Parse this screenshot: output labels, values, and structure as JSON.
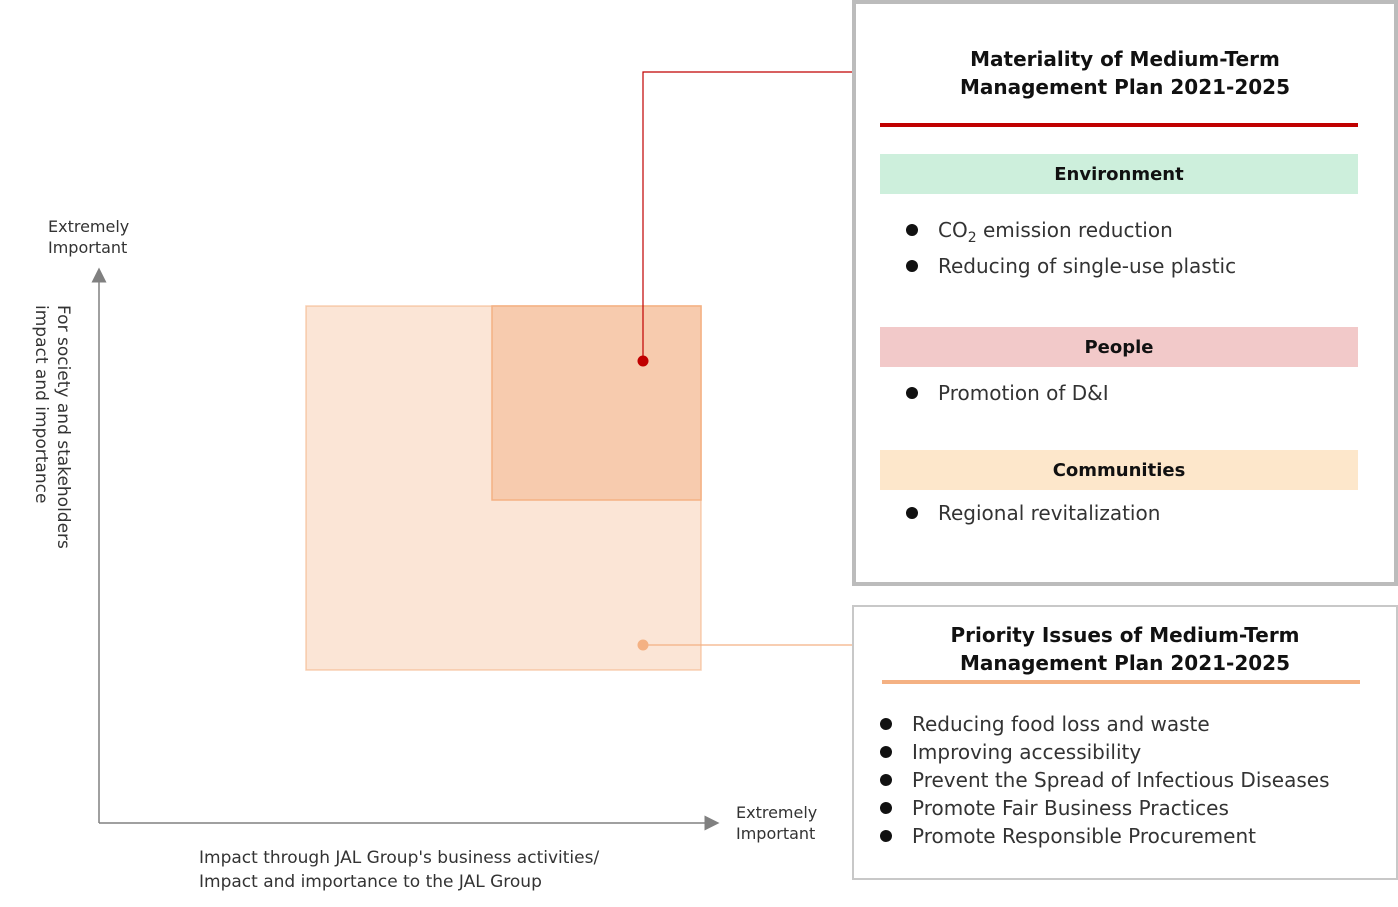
{
  "axes": {
    "y_end_label_line1": "Extremely",
    "y_end_label_line2": "Important",
    "y_title_line1": "For society and stakeholders",
    "y_title_line2": "impact and importance",
    "x_end_label_line1": "Extremely",
    "x_end_label_line2": "Important",
    "x_title_line1": "Impact through JAL Group's business activities/",
    "x_title_line2": "Impact and importance to the JAL Group"
  },
  "materiality": {
    "title_line1": "Materiality of Medium-Term",
    "title_line2": "Management Plan 2021-2025",
    "accent_color": "#c00000",
    "categories": [
      {
        "label": "Environment",
        "color": "#cdefdc",
        "items": [
          {
            "prefix": "CO",
            "sub": "2",
            "suffix": " emission reduction"
          },
          {
            "prefix": "Reducing of single-use plastic",
            "sub": "",
            "suffix": ""
          }
        ]
      },
      {
        "label": "People",
        "color": "#f2c9c9",
        "items": [
          {
            "prefix": "Promotion of D&I",
            "sub": "",
            "suffix": ""
          }
        ]
      },
      {
        "label": "Communities",
        "color": "#fde7cb",
        "items": [
          {
            "prefix": "Regional revitalization",
            "sub": "",
            "suffix": ""
          }
        ]
      }
    ]
  },
  "priority": {
    "title_line1": "Priority Issues of Medium-Term",
    "title_line2": "Management Plan 2021-2025",
    "accent_color": "#f4b183",
    "items": [
      "Reducing food loss and waste",
      "Improving accessibility",
      "Prevent the Spread of Infectious Diseases",
      "Promote Fair Business Practices",
      "Promote Responsible Procurement"
    ]
  },
  "colors": {
    "outer_region": "#fbe5d6",
    "inner_region": "#f7cbae",
    "region_border": "#f4b183",
    "axis": "#808080"
  }
}
